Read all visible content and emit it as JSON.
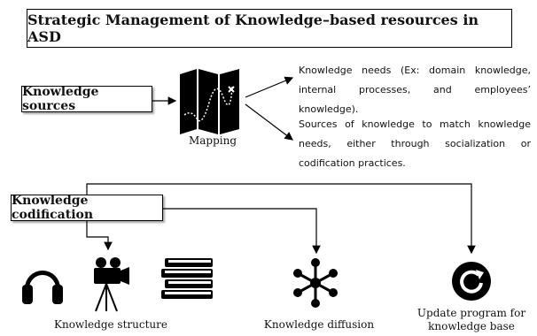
{
  "title": "Strategic Management of Knowledge–based resources in ASD",
  "knowledge_sources": {
    "label": "Knowledge sources",
    "mapping_label": "Mapping",
    "needs_text": "Knowledge needs (Ex: domain knowledge, internal processes, and employees’ knowledge).",
    "sources_text": "Sources of knowledge to match knowledge needs, either through socialization or codification practices."
  },
  "knowledge_codification": {
    "label": "Knowledge codification",
    "structure_label": "Knowledge structure",
    "diffusion_label": "Knowledge diffusion",
    "update_label": "Update program for knowledge base"
  },
  "icons": [
    "map-icon",
    "headphones-icon",
    "video-camera-icon",
    "books-icon",
    "network-hub-icon",
    "refresh-icon"
  ],
  "colors": {
    "stroke": "#000000",
    "background": "#ffffff"
  }
}
